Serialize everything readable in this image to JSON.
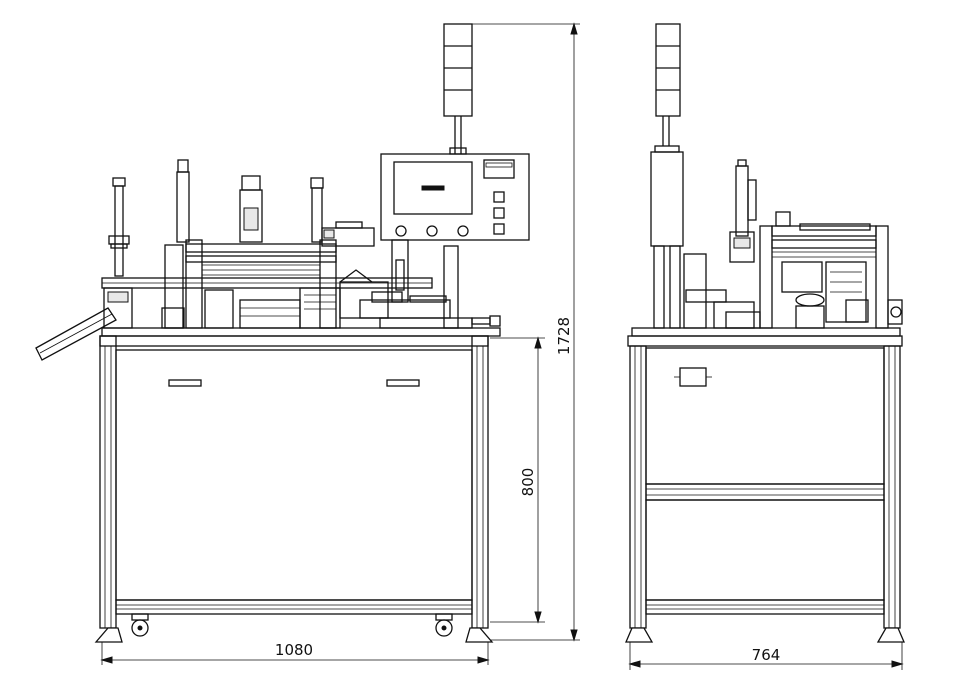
{
  "views": {
    "front": {
      "width_label": "1080",
      "table_height_label": "800",
      "total_height_label": "1728"
    },
    "side": {
      "width_label": "764"
    }
  },
  "colors": {
    "line": "#111111",
    "background": "#ffffff"
  }
}
